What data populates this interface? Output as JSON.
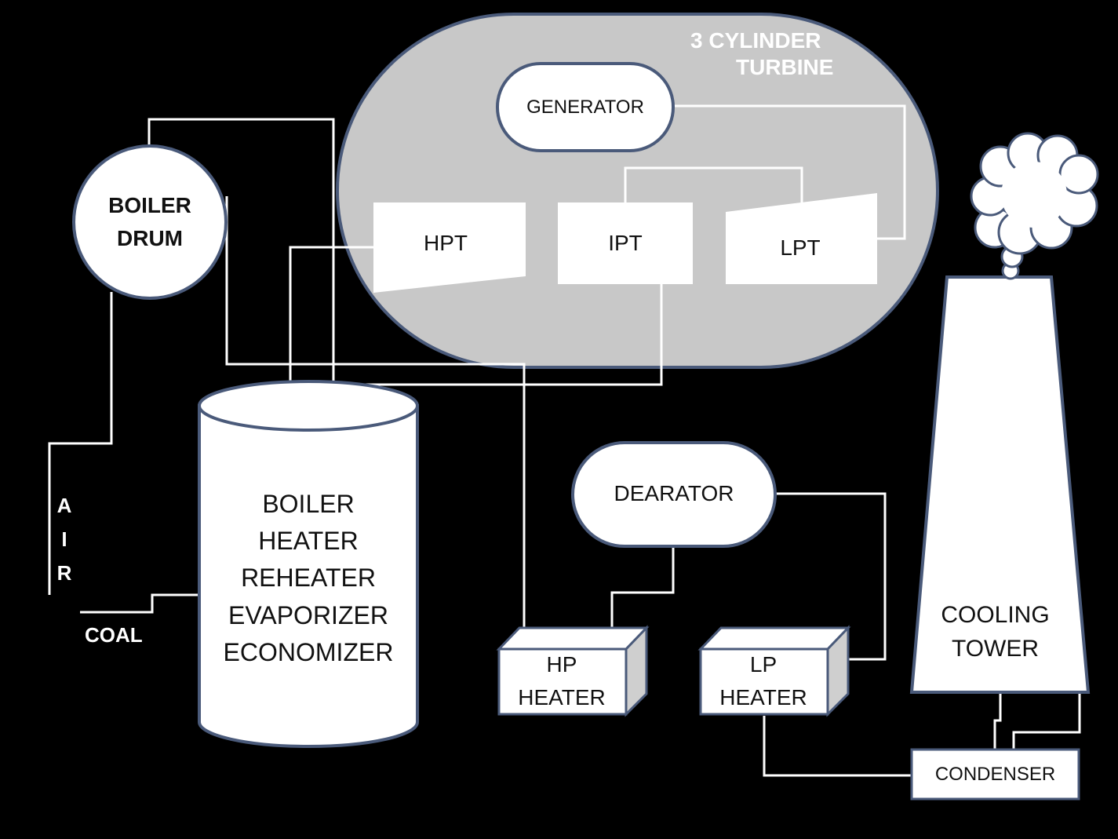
{
  "turbine": {
    "title_line1": "3 CYLINDER",
    "title_line2": "TURBINE"
  },
  "generator": {
    "label": "GENERATOR"
  },
  "hpt": {
    "label": "HPT"
  },
  "ipt": {
    "label": "IPT"
  },
  "lpt": {
    "label": "LPT"
  },
  "boiler_drum": {
    "line1": "BOILER",
    "line2": "DRUM"
  },
  "boiler": {
    "lines": [
      "BOILER",
      "HEATER",
      "REHEATER",
      "EVAPORIZER",
      "ECONOMIZER"
    ]
  },
  "air": {
    "letters": [
      "A",
      "I",
      "R"
    ]
  },
  "coal": {
    "label": "COAL"
  },
  "dearator": {
    "label": "DEARATOR"
  },
  "hp_heater": {
    "line1": "HP",
    "line2": "HEATER"
  },
  "lp_heater": {
    "line1": "LP",
    "line2": "HEATER"
  },
  "cooling_tower": {
    "line1": "COOLING",
    "line2": "TOWER"
  },
  "condenser": {
    "label": "CONDENSER"
  },
  "colors": {
    "background": "#000000",
    "turbine_fill": "#c8c8c8",
    "outline": "#4a5a7a",
    "component_fill": "#ffffff",
    "text": "#111111",
    "pipe": "#ffffff"
  }
}
